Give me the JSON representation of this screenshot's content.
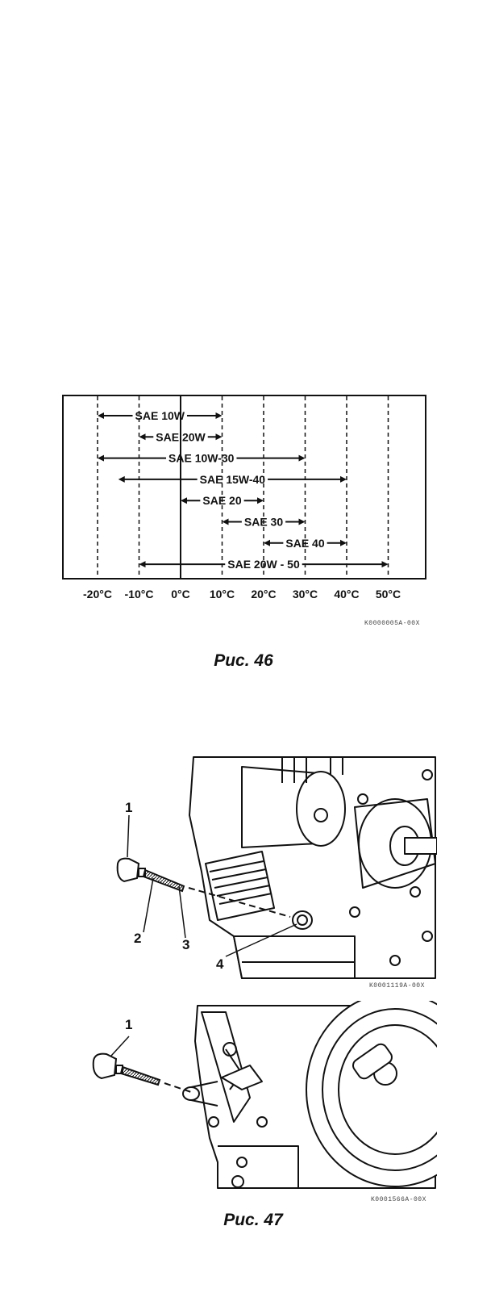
{
  "chart_data": {
    "type": "range",
    "x_ticks": [
      "-20°C",
      "-10°C",
      "0°C",
      "10°C",
      "20°C",
      "30°C",
      "40°C",
      "50°C"
    ],
    "x_values": [
      -20,
      -10,
      0,
      10,
      20,
      30,
      40,
      50
    ],
    "xlim": [
      -29,
      60
    ],
    "series": [
      {
        "name": "SAE 10W",
        "from": -20,
        "to": 10
      },
      {
        "name": "SAE 20W",
        "from": -10,
        "to": 10
      },
      {
        "name": "SAE 10W-30",
        "from": -20,
        "to": 30
      },
      {
        "name": "SAE 15W-40",
        "from": -15,
        "to": 40
      },
      {
        "name": "SAE 20",
        "from": 0,
        "to": 20
      },
      {
        "name": "SAE 30",
        "from": 10,
        "to": 30
      },
      {
        "name": "SAE 40",
        "from": 20,
        "to": 40
      },
      {
        "name": "SAE 20W - 50",
        "from": -10,
        "to": 50
      }
    ]
  },
  "figure46": {
    "code": "K0000005A-00X",
    "caption": "Рис. 46"
  },
  "figure47": {
    "top": {
      "code": "K0001119A-00X",
      "callouts": [
        "1",
        "2",
        "3",
        "4"
      ]
    },
    "bottom": {
      "code": "K0001566A-00X",
      "callouts": [
        "1"
      ]
    },
    "caption": "Рис. 47"
  }
}
